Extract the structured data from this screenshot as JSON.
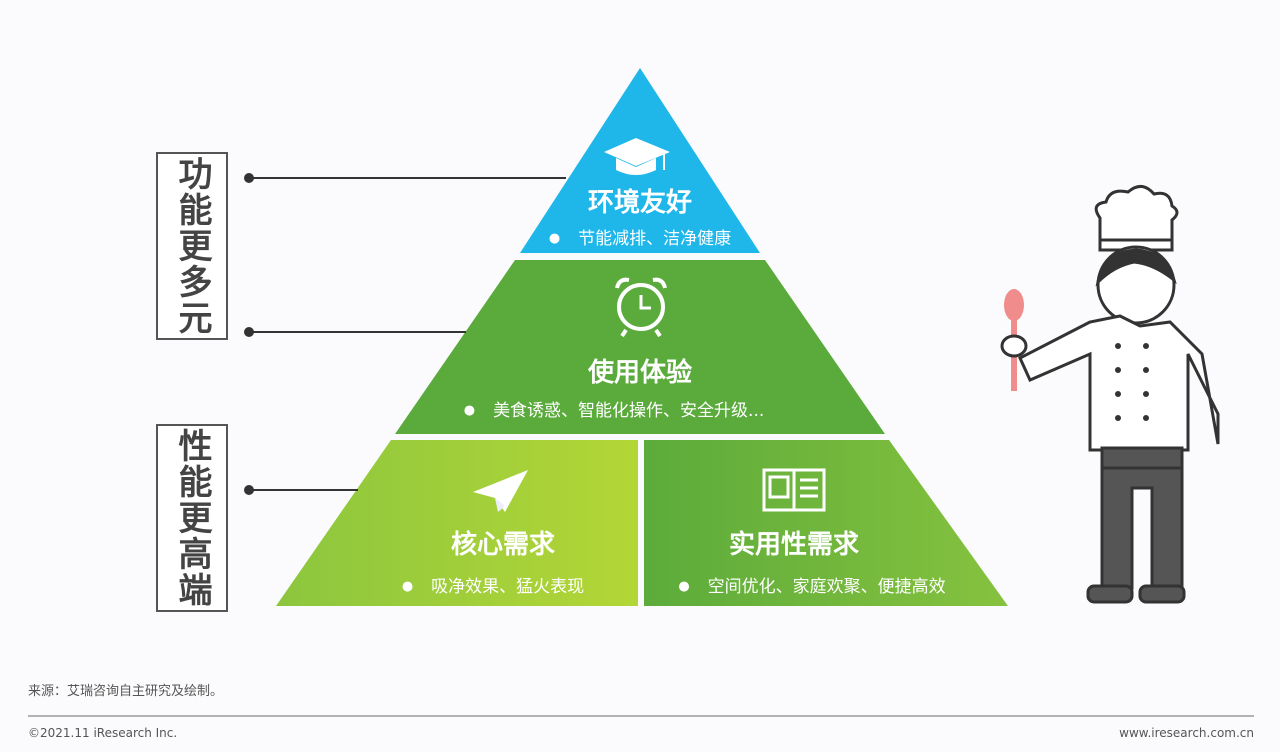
{
  "side_labels": [
    "功能更多元",
    "性能更高端"
  ],
  "tiers": [
    {
      "title": "环境友好",
      "desc": "节能减排、洁净健康",
      "icon": "graduation-cap-icon",
      "color": "#1fb6ea"
    },
    {
      "title": "使用体验",
      "desc": "美食诱惑、智能化操作、安全升级...",
      "icon": "alarm-clock-icon",
      "color": "#5aaa3c"
    },
    {
      "title": "核心需求",
      "desc": "吸净效果、猛火表现",
      "icon": "paper-plane-icon",
      "color": "#a6cf36"
    },
    {
      "title": "实用性需求",
      "desc": "空间优化、家庭欢聚、便捷高效",
      "icon": "open-book-icon",
      "color": "#6db73a"
    }
  ],
  "footer": {
    "source": "来源：艾瑞咨询自主研究及绘制。",
    "copyright": "©2021.11 iResearch Inc.",
    "website": "www.iresearch.com.cn"
  }
}
